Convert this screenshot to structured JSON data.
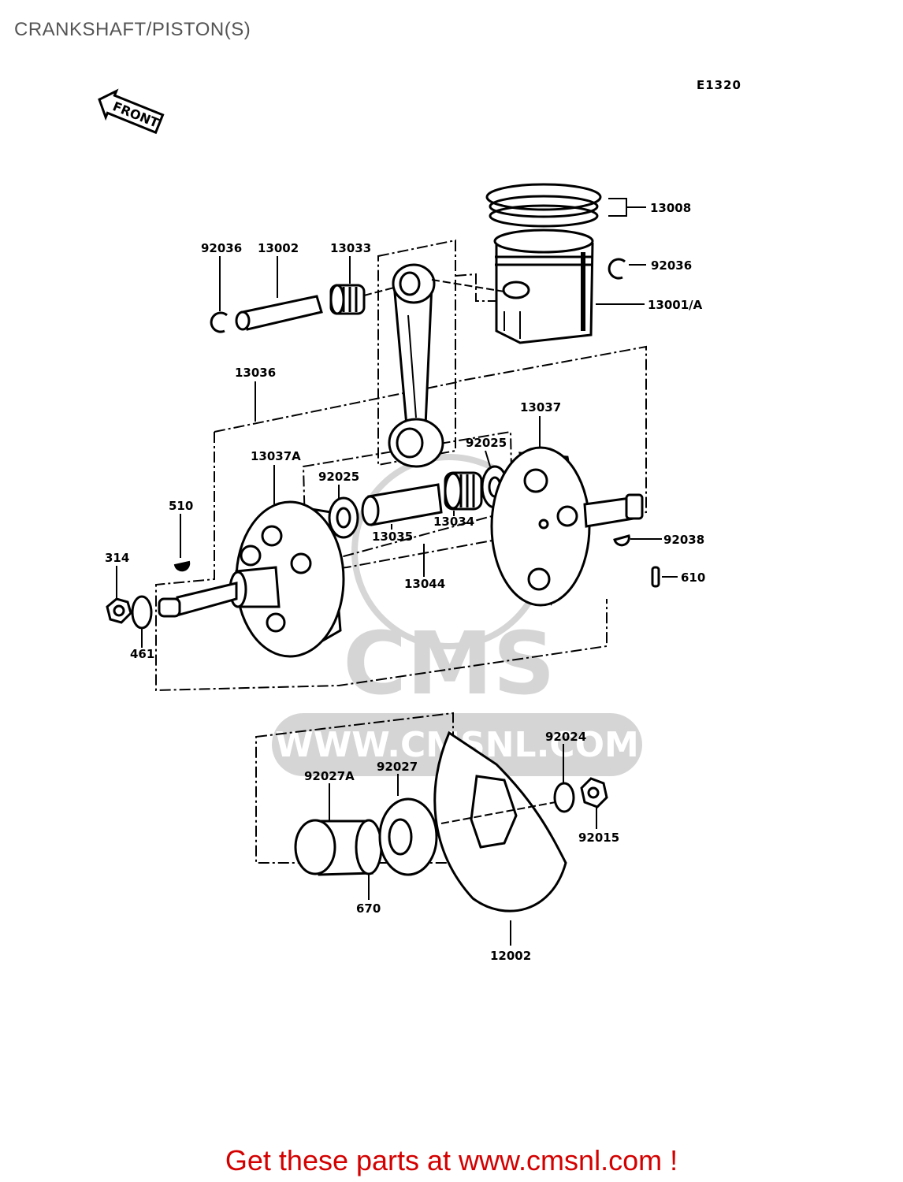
{
  "header": {
    "title": "CRANKSHAFT/PISTON(S)"
  },
  "diagram": {
    "ref_code": "E1320",
    "front_label": "FRONT",
    "watermark": {
      "logo_text": "CMS",
      "url_text": "WWW.CMSNL.COM"
    },
    "part_labels": {
      "p13008": "13008",
      "p92036_right": "92036",
      "p13001a": "13001/A",
      "p92036_left": "92036",
      "p13002": "13002",
      "p13033": "13033",
      "p13036": "13036",
      "p13037": "13037",
      "p13037a": "13037A",
      "p92025_left": "92025",
      "p92025_right": "92025",
      "p510": "510",
      "p13034": "13034",
      "p13035": "13035",
      "p92038": "92038",
      "p13044": "13044",
      "p314": "314",
      "p610": "610",
      "p461": "461",
      "p92024": "92024",
      "p92027a": "92027A",
      "p92027": "92027",
      "p92015": "92015",
      "p670": "670",
      "p12002": "12002"
    }
  },
  "footer": {
    "promo_text": "Get these parts at www.cmsnl.com !"
  }
}
